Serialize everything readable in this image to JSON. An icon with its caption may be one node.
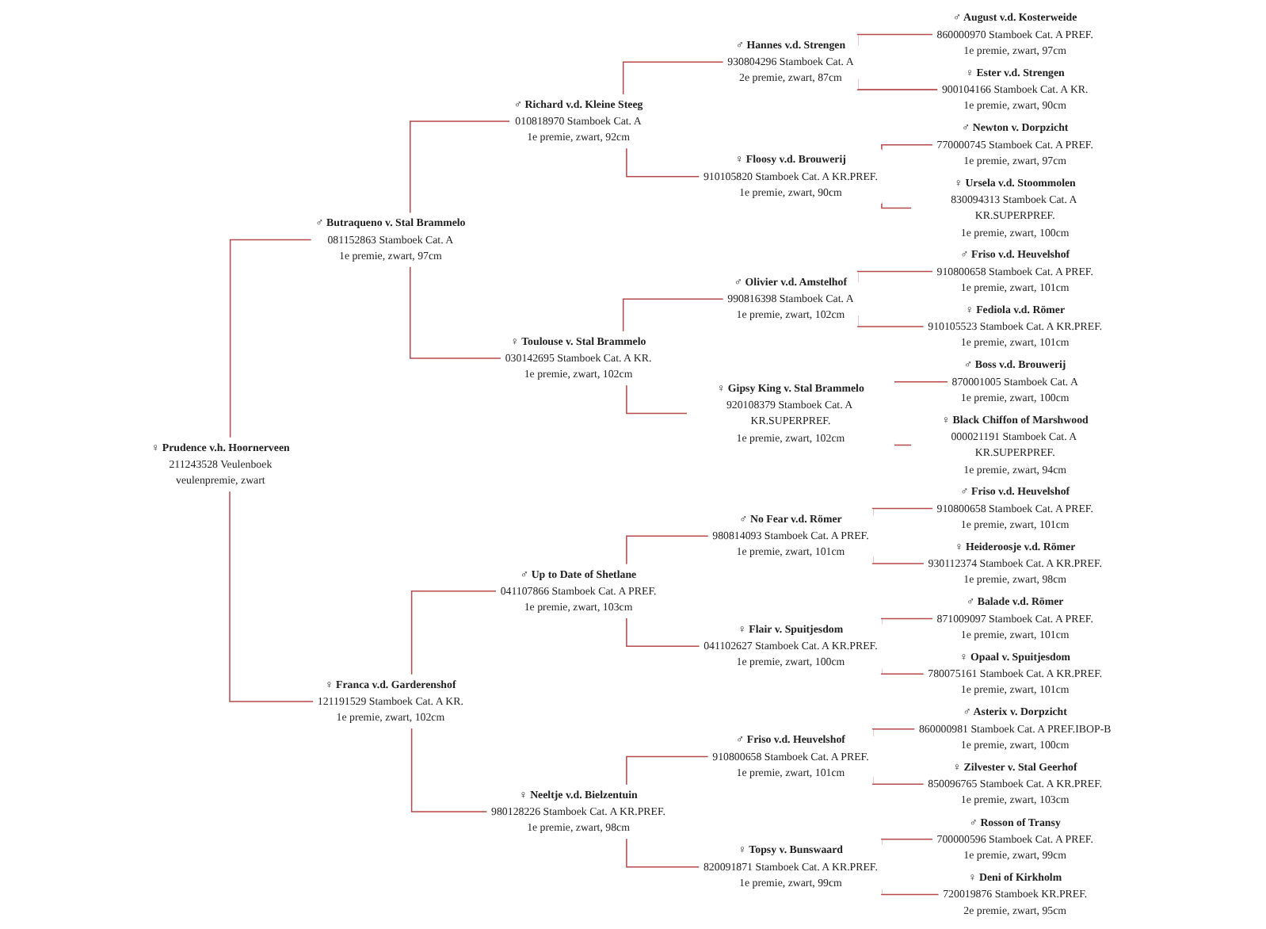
{
  "diagram": {
    "nodes": [
      {
        "text": [
          "♀ Prudence v.h. Hoornerveen",
          "211243528 Veulenboek",
          "veulenpremie, zwart"
        ]
      },
      {
        "text": [
          "♂ Butraqueno v. Stal Brammelo",
          "081152863 Stamboek Cat. A",
          "1e premie, zwart, 97cm"
        ]
      },
      {
        "text": [
          "♂ Richard v.d. Kleine Steeg",
          "010818970 Stamboek Cat. A",
          "1e premie, zwart, 92cm"
        ]
      },
      {
        "text": [
          "♂ Hannes v.d. Strengen",
          "930804296 Stamboek Cat. A",
          "2e premie, zwart, 87cm"
        ]
      },
      {
        "text": [
          "♂ August v.d. Kosterweide",
          "860000970 Stamboek Cat. A PREF.",
          "1e premie, zwart, 97cm"
        ]
      },
      {
        "text": [
          "♀ Ester v.d. Strengen",
          "900104166 Stamboek Cat. A KR.",
          "1e premie, zwart, 90cm"
        ]
      },
      {
        "text": [
          "♀ Floosy v.d. Brouwerij",
          "910105820 Stamboek Cat. A KR.PREF.",
          "1e premie, zwart, 90cm"
        ]
      },
      {
        "text": [
          "♂ Newton v. Dorpzicht",
          "770000745 Stamboek Cat. A PREF.",
          "1e premie, zwart, 97cm"
        ]
      },
      {
        "text": [
          "♀ Ursela v.d. Stoommolen",
          "830094313 Stamboek Cat. A KR.SUPERPREF.",
          "1e premie, zwart, 100cm"
        ]
      },
      {
        "text": [
          "♀ Toulouse v. Stal Brammelo",
          "030142695 Stamboek Cat. A KR.",
          "1e premie, zwart, 102cm"
        ]
      },
      {
        "text": [
          "♂ Olivier v.d. Amstelhof",
          "990816398 Stamboek Cat. A",
          "1e premie, zwart, 102cm"
        ]
      },
      {
        "text": [
          "♂ Friso v.d. Heuvelshof",
          "910800658 Stamboek Cat. A PREF.",
          "1e premie, zwart, 101cm"
        ]
      },
      {
        "text": [
          "♀ Fediola v.d. Römer",
          "910105523 Stamboek Cat. A KR.PREF.",
          "1e premie, zwart, 101cm"
        ]
      },
      {
        "text": [
          "♀ Gipsy King v. Stal Brammelo",
          "920108379 Stamboek Cat. A KR.SUPERPREF.",
          "1e premie, zwart, 102cm"
        ]
      },
      {
        "text": [
          "♂ Boss v.d. Brouwerij",
          "870001005 Stamboek Cat. A",
          "1e premie, zwart, 100cm"
        ]
      },
      {
        "text": [
          "♀ Black Chiffon of Marshwood",
          "000021191 Stamboek Cat. A KR.SUPERPREF.",
          "1e premie, zwart, 94cm"
        ]
      },
      {
        "text": [
          "♀ Franca v.d. Garderenshof",
          "121191529 Stamboek Cat. A KR.",
          "1e premie, zwart, 102cm"
        ]
      },
      {
        "text": [
          "♂ Up to Date of Shetlane",
          "041107866 Stamboek Cat. A PREF.",
          "1e premie, zwart, 103cm"
        ]
      },
      {
        "text": [
          "♂ No Fear v.d. Römer",
          "980814093 Stamboek Cat. A PREF.",
          "1e premie, zwart, 101cm"
        ]
      },
      {
        "text": [
          "♂ Friso v.d. Heuvelshof",
          "910800658 Stamboek Cat. A PREF.",
          "1e premie, zwart, 101cm"
        ]
      },
      {
        "text": [
          "♀ Heideroosje v.d. Römer",
          "930112374 Stamboek Cat. A KR.PREF.",
          "1e premie, zwart, 98cm"
        ]
      },
      {
        "text": [
          "♀ Flair v. Spuitjesdom",
          "041102627 Stamboek Cat. A KR.PREF.",
          "1e premie, zwart, 100cm"
        ]
      },
      {
        "text": [
          "♂ Balade v.d. Römer",
          "871009097 Stamboek Cat. A PREF.",
          "1e premie, zwart, 101cm"
        ]
      },
      {
        "text": [
          "♀ Opaal v. Spuitjesdom",
          "780075161 Stamboek Cat. A KR.PREF.",
          "1e premie, zwart, 101cm"
        ]
      },
      {
        "text": [
          "♀ Neeltje v.d. Bielzentuin",
          "980128226 Stamboek Cat. A KR.PREF.",
          "1e premie, zwart, 98cm"
        ]
      },
      {
        "text": [
          "♂ Friso v.d. Heuvelshof",
          "910800658 Stamboek Cat. A PREF.",
          "1e premie, zwart, 101cm"
        ]
      },
      {
        "text": [
          "♂ Asterix v. Dorpzicht",
          "860000981 Stamboek Cat. A PREF.IBOP-B",
          "1e premie, zwart, 100cm"
        ]
      },
      {
        "text": [
          "♀ Zilvester v. Stal Geerhof",
          "850096765 Stamboek Cat. A KR.PREF.",
          "1e premie, zwart, 103cm"
        ]
      },
      {
        "text": [
          "♀ Topsy v. Bunswaard",
          "820091871 Stamboek Cat. A KR.PREF.",
          "1e premie, zwart, 99cm"
        ]
      },
      {
        "text": [
          "♂ Rosson of Transy",
          "700000596 Stamboek Cat. A PREF.",
          "1e premie, zwart, 99cm"
        ]
      },
      {
        "text": [
          "♀ Deni of Kirkholm",
          "720019876 Stamboek KR.PREF.",
          "2e premie, zwart, 95cm"
        ]
      }
    ],
    "edges": [
      {
        "from": 0,
        "to": 1,
        "arrow": "none"
      },
      {
        "from": 1,
        "to": 2,
        "arrow": "none"
      },
      {
        "from": 2,
        "to": 3,
        "arrow": "none"
      },
      {
        "from": 3,
        "to": 4,
        "arrow": "none"
      },
      {
        "from": 3,
        "to": 5,
        "arrow": "none"
      },
      {
        "from": 2,
        "to": 6,
        "arrow": "none"
      },
      {
        "from": 6,
        "to": 7,
        "arrow": "none"
      },
      {
        "from": 6,
        "to": 8,
        "arrow": "none"
      },
      {
        "from": 1,
        "to": 9,
        "arrow": "none"
      },
      {
        "from": 9,
        "to": 10,
        "arrow": "none"
      },
      {
        "from": 10,
        "to": 11,
        "arrow": "none"
      },
      {
        "from": 10,
        "to": 12,
        "arrow": "none"
      },
      {
        "from": 9,
        "to": 13,
        "arrow": "none"
      },
      {
        "from": 13,
        "to": 14,
        "arrow": "none"
      },
      {
        "from": 13,
        "to": 15,
        "arrow": "none"
      },
      {
        "from": 0,
        "to": 16,
        "arrow": "none"
      },
      {
        "from": 16,
        "to": 17,
        "arrow": "none"
      },
      {
        "from": 17,
        "to": 18,
        "arrow": "none"
      },
      {
        "from": 18,
        "to": 19,
        "arrow": "none"
      },
      {
        "from": 18,
        "to": 20,
        "arrow": "none"
      },
      {
        "from": 17,
        "to": 21,
        "arrow": "none"
      },
      {
        "from": 21,
        "to": 22,
        "arrow": "none"
      },
      {
        "from": 21,
        "to": 23,
        "arrow": "none"
      },
      {
        "from": 16,
        "to": 24,
        "arrow": "none"
      },
      {
        "from": 24,
        "to": 25,
        "arrow": "none"
      },
      {
        "from": 25,
        "to": 26,
        "arrow": "none"
      },
      {
        "from": 25,
        "to": 27,
        "arrow": "none"
      },
      {
        "from": 24,
        "to": 28,
        "arrow": "none"
      },
      {
        "from": 28,
        "to": 29,
        "arrow": "none"
      },
      {
        "from": 28,
        "to": 30,
        "arrow": "none"
      }
    ]
  }
}
